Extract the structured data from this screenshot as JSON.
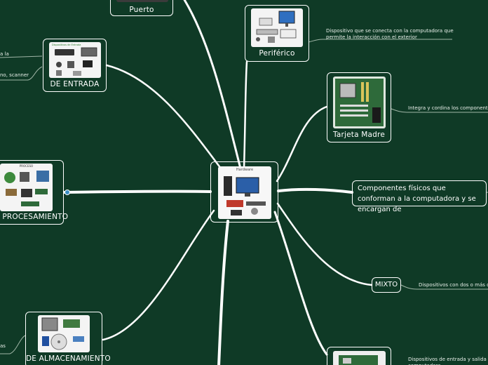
{
  "nodes": {
    "puerto": {
      "label": "Puerto"
    },
    "periferico": {
      "label": "Periférico",
      "description": [
        "Dispositivo que se conecta con la computadora que",
        "permite la interacción con el exterior"
      ]
    },
    "entrada": {
      "label": "DE ENTRADA",
      "image_caption": "Dispositivos de Entrada",
      "fragment_1": "a la",
      "fragment_2": "no, scanner"
    },
    "tarjeta_madre": {
      "label": "Tarjeta Madre",
      "description": "Integra y cordina los componentes"
    },
    "hardware": {
      "image_caption": "Hardware"
    },
    "componentes": {
      "text": "Componentes físicos que conforman a la computadora y se encargan de"
    },
    "procesamiento": {
      "label": "E PROCESAMIENTO",
      "image_caption": "PROCESO"
    },
    "mixto": {
      "label": "MIXTO",
      "description": "Dispositivos con dos o más cla"
    },
    "almacenamiento": {
      "label": "DE ALMACENAMIENTO",
      "fragment": "as"
    },
    "bottom_right": {
      "description": [
        "Dispositivos de entrada y salida de",
        "computadora"
      ]
    }
  },
  "colors": {
    "background": "#0f3a26",
    "link": "#ffffff",
    "accent_dot": "#3b8fc4"
  }
}
